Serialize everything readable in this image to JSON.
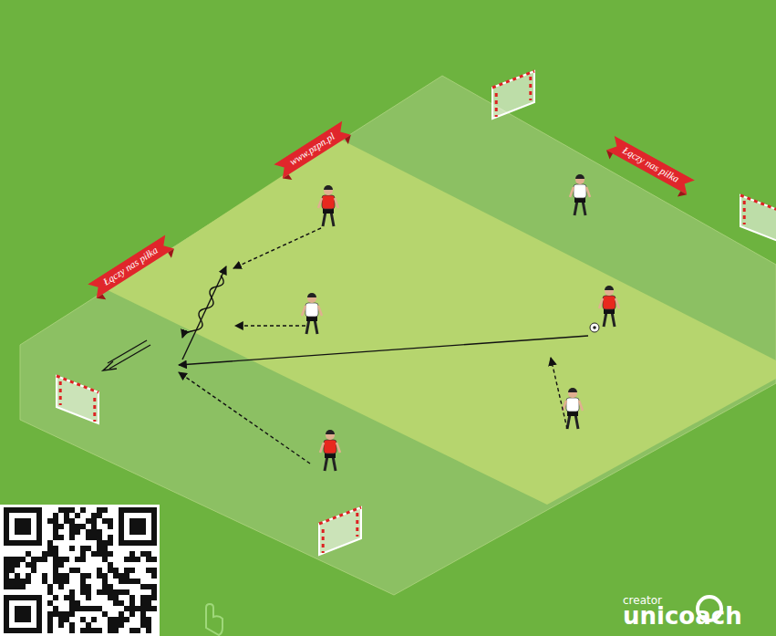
{
  "diagram": {
    "nodes": [
      {
        "text": [
          "Łączy nas piłka"
        ]
      },
      {
        "text": [
          "www.pzpn.pl"
        ]
      },
      {
        "text": [
          "Łączy nas piłka"
        ]
      }
    ],
    "labels": [
      "creator",
      "unicoach"
    ]
  }
}
